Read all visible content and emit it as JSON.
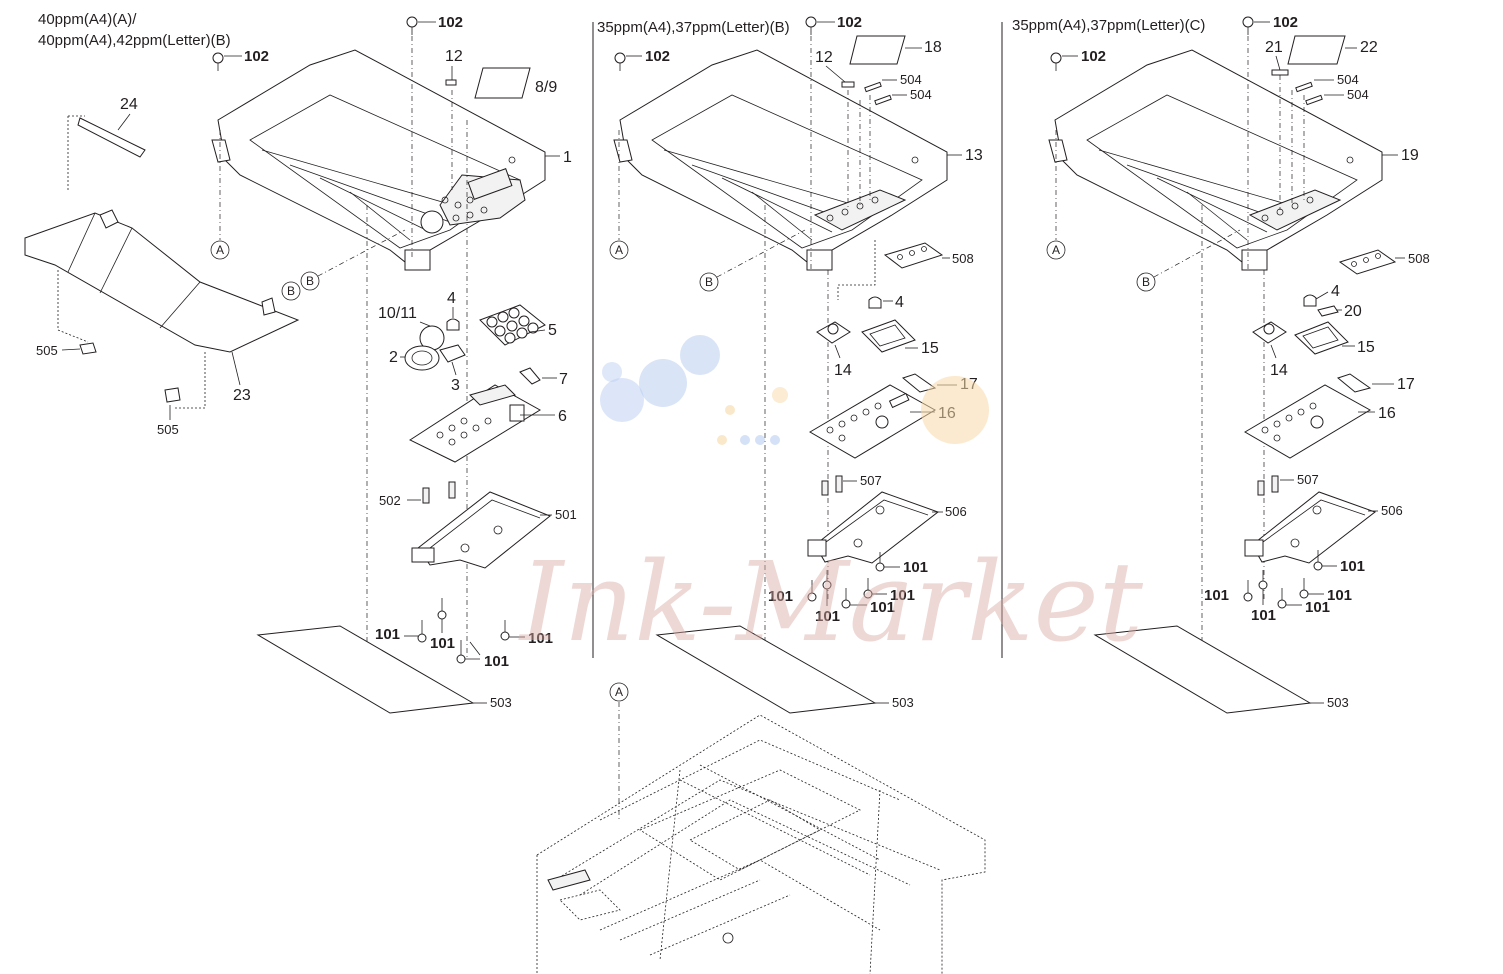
{
  "columns": [
    {
      "header_line1": "40ppm(A4)(A)/",
      "header_line2": "40ppm(A4),42ppm(Letter)(B)"
    },
    {
      "header_line1": "35ppm(A4),37ppm(Letter)(B)"
    },
    {
      "header_line1": "35ppm(A4),37ppm(Letter)(C)"
    }
  ],
  "labels": {
    "c1": {
      "p102a": "102",
      "p102b": "102",
      "p12": "12",
      "p89": "8/9",
      "p1": "1",
      "p24": "24",
      "p1011": "10/11",
      "p4": "4",
      "p5": "5",
      "p2": "2",
      "p3": "3",
      "p7": "7",
      "p6": "6",
      "p505a": "505",
      "p505b": "505",
      "p23": "23",
      "p502": "502",
      "p501": "501",
      "p101a": "101",
      "p101b": "101",
      "p101c": "101",
      "p101d": "101",
      "p503": "503",
      "cA": "A",
      "cB1": "B",
      "cB2": "B"
    },
    "c2": {
      "p102a": "102",
      "p102b": "102",
      "p12": "12",
      "p18": "18",
      "p504a": "504",
      "p504b": "504",
      "p13": "13",
      "p508": "508",
      "p4": "4",
      "p14": "14",
      "p15": "15",
      "p17": "17",
      "p16": "16",
      "p507": "507",
      "p506": "506",
      "p101a": "101",
      "p101b": "101",
      "p101c": "101",
      "p101d": "101",
      "p101e": "101",
      "p503": "503",
      "cA": "A",
      "cB": "B"
    },
    "c3": {
      "p102a": "102",
      "p102b": "102",
      "p21": "21",
      "p22": "22",
      "p504a": "504",
      "p504b": "504",
      "p19": "19",
      "p508": "508",
      "p4": "4",
      "p20": "20",
      "p14": "14",
      "p15": "15",
      "p17": "17",
      "p16": "16",
      "p507": "507",
      "p506": "506",
      "p101a": "101",
      "p101b": "101",
      "p101c": "101",
      "p101d": "101",
      "p101e": "101",
      "p503": "503",
      "cA": "A",
      "cB": "B"
    },
    "bottom": {
      "cA": "A"
    }
  },
  "watermark": "Ink-Market",
  "colors": {
    "line": "#231f20",
    "watermark": "#d9a9a3",
    "logo_blue": "#b9cdf1",
    "logo_orange": "#f7d9a8"
  }
}
